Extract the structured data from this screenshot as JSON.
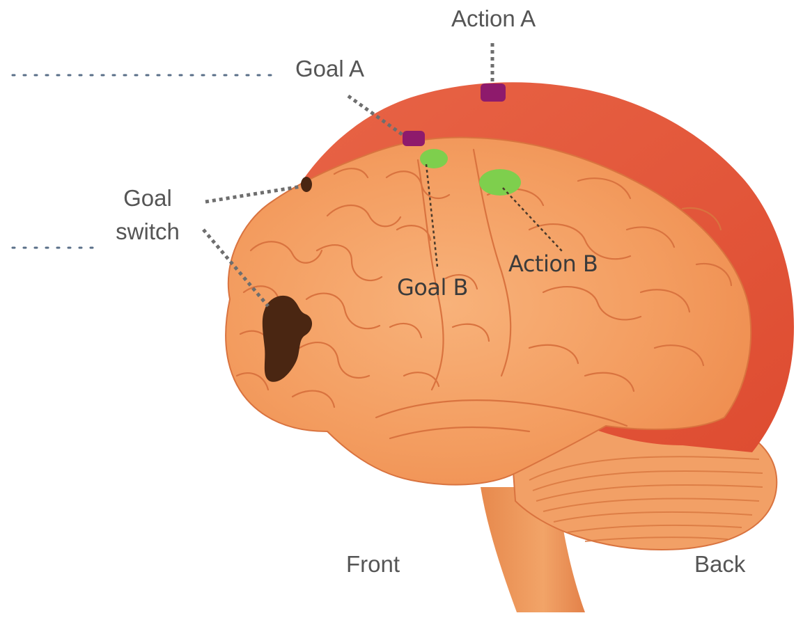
{
  "labels": {
    "action_a": "Action A",
    "goal_a": "Goal A",
    "goal_switch_line1": "Goal",
    "goal_switch_line2": "switch",
    "action_b": "Action B",
    "goal_b": "Goal B",
    "front": "Front",
    "back": "Back"
  },
  "colors": {
    "brain_base": "#f5a068",
    "brain_outer": "#e2553a",
    "brain_crease": "#d9733f",
    "goal_marker": "#8e1a6c",
    "green_marker": "#7ecf4d",
    "dark_region": "#4a2612",
    "leader_line": "#6e6e6e",
    "guide_line": "#5a6f88",
    "label_text": "#555555"
  }
}
